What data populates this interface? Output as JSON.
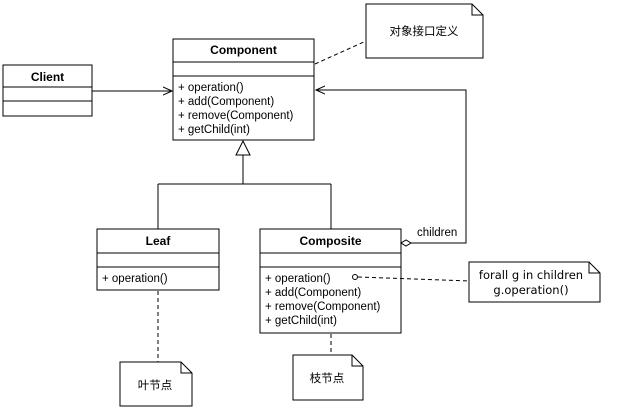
{
  "classes": {
    "component": {
      "name": "Component",
      "methods": [
        "+ operation()",
        "+ add(Component)",
        "+ remove(Component)",
        "+ getChild(int)"
      ]
    },
    "client": {
      "name": "Client"
    },
    "leaf": {
      "name": "Leaf",
      "methods": [
        "+ operation()"
      ]
    },
    "composite": {
      "name": "Composite",
      "methods": [
        "+ operation()",
        "+ add(Component)",
        "+ remove(Component)",
        "+ getChild(int)"
      ]
    }
  },
  "associations": {
    "children_label": "children"
  },
  "notes": {
    "component_note": [
      "对象接口定义"
    ],
    "operation_note": [
      "forall g in children",
      "g.operation()"
    ],
    "leaf_note": [
      "叶节点"
    ],
    "composite_note": [
      "枝节点"
    ]
  }
}
